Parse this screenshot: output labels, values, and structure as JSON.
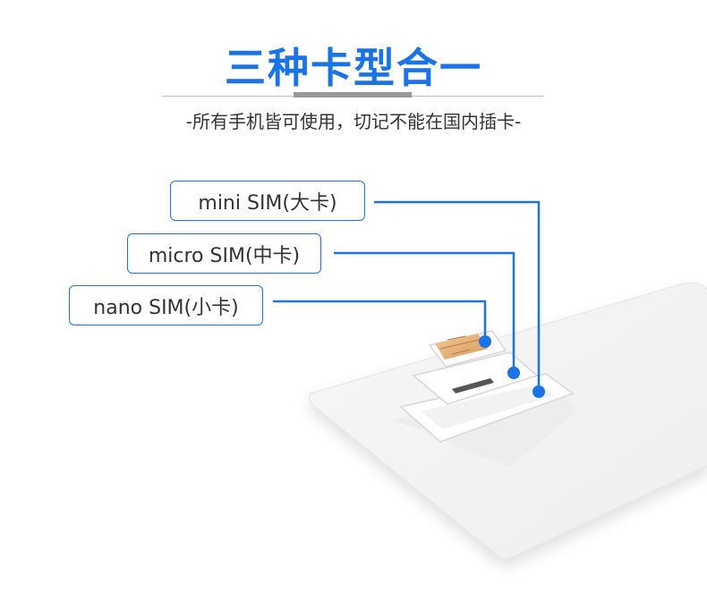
{
  "title": "三种卡型合一",
  "subtitle": "-所有手机皆可使用，切记不能在国内插卡-",
  "labels": {
    "mini": "mini SIM(大卡)",
    "micro": "micro SIM(中卡)",
    "nano": "nano SIM(小卡)"
  },
  "colors": {
    "accent": "#1a73e8",
    "chip": "#e8b07a"
  }
}
